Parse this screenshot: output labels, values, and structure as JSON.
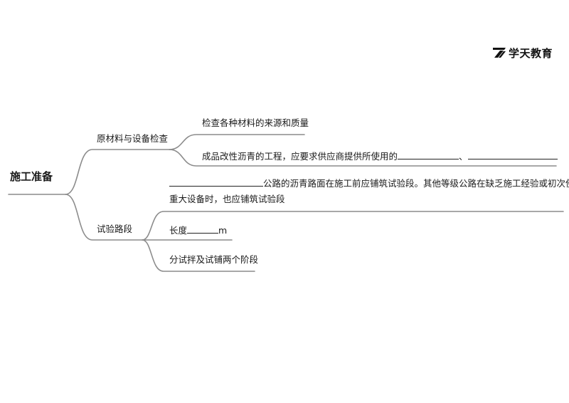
{
  "brand": {
    "name": "学天教育",
    "logo_icon": "stripes-logo-icon"
  },
  "colors": {
    "line": "#8c8c8c",
    "text": "#1a1a1a"
  },
  "mindmap": {
    "root": "施工准备",
    "branches": [
      {
        "label": "原材料与设备检查",
        "children": [
          {
            "text": "检查各种材料的来源和质量"
          },
          {
            "text_before": "成品改性沥青的工程，应要求供应商提供所使用的",
            "separator": "、"
          }
        ]
      },
      {
        "label": "试验路段",
        "children": [
          {
            "text_after": "公路的沥青路面在施工前应铺筑试验段。其他等级公路在缺乏施工经验或初次使用",
            "line2": "重大设备时，也应铺筑试验段"
          },
          {
            "text_before": "长度",
            "text_after": "m"
          },
          {
            "text": "分试拌及试铺两个阶段"
          }
        ]
      }
    ]
  }
}
